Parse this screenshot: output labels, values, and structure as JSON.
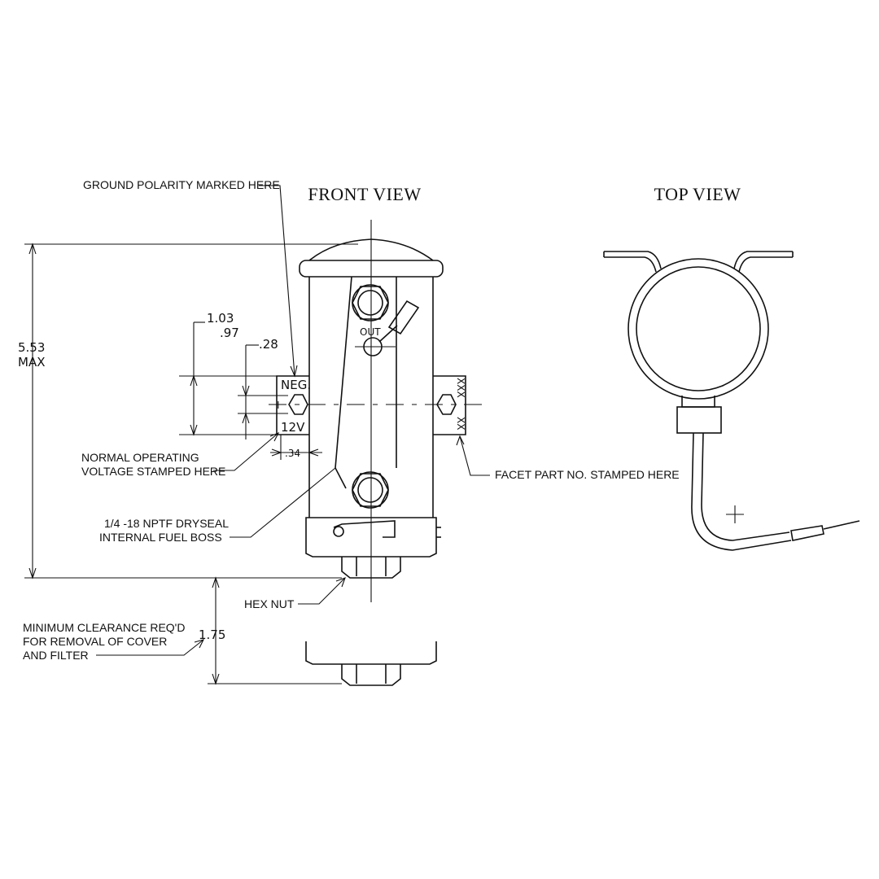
{
  "views": {
    "front_title": "FRONT VIEW",
    "top_title": "TOP VIEW"
  },
  "notes": {
    "ground_polarity": "GROUND POLARITY MARKED HERE",
    "voltage_line1": "NORMAL OPERATING",
    "voltage_line2": "VOLTAGE STAMPED HERE",
    "fuel_boss_line1": "1/4 -18 NPTF DRYSEAL",
    "fuel_boss_line2": "INTERNAL FUEL BOSS",
    "facet_part": "FACET PART NO. STAMPED HERE",
    "hex_nut": "HEX NUT",
    "clearance_line1": "MINIMUM CLEARANCE REQ'D",
    "clearance_line2": "FOR REMOVAL OF COVER",
    "clearance_line3": "AND FILTER"
  },
  "dimensions": {
    "height": "5.53",
    "height_qualifier": "MAX",
    "bracket_max": "1.03",
    "bracket_min": ".97",
    "slot": ".28",
    "offset": ".34",
    "clearance": "1.75"
  },
  "markings": {
    "polarity": "NEG.",
    "voltage": "12V",
    "outlet": "OUT",
    "part_no_top": "XXX",
    "part_no_bottom": "XX",
    "terminal": "I"
  }
}
